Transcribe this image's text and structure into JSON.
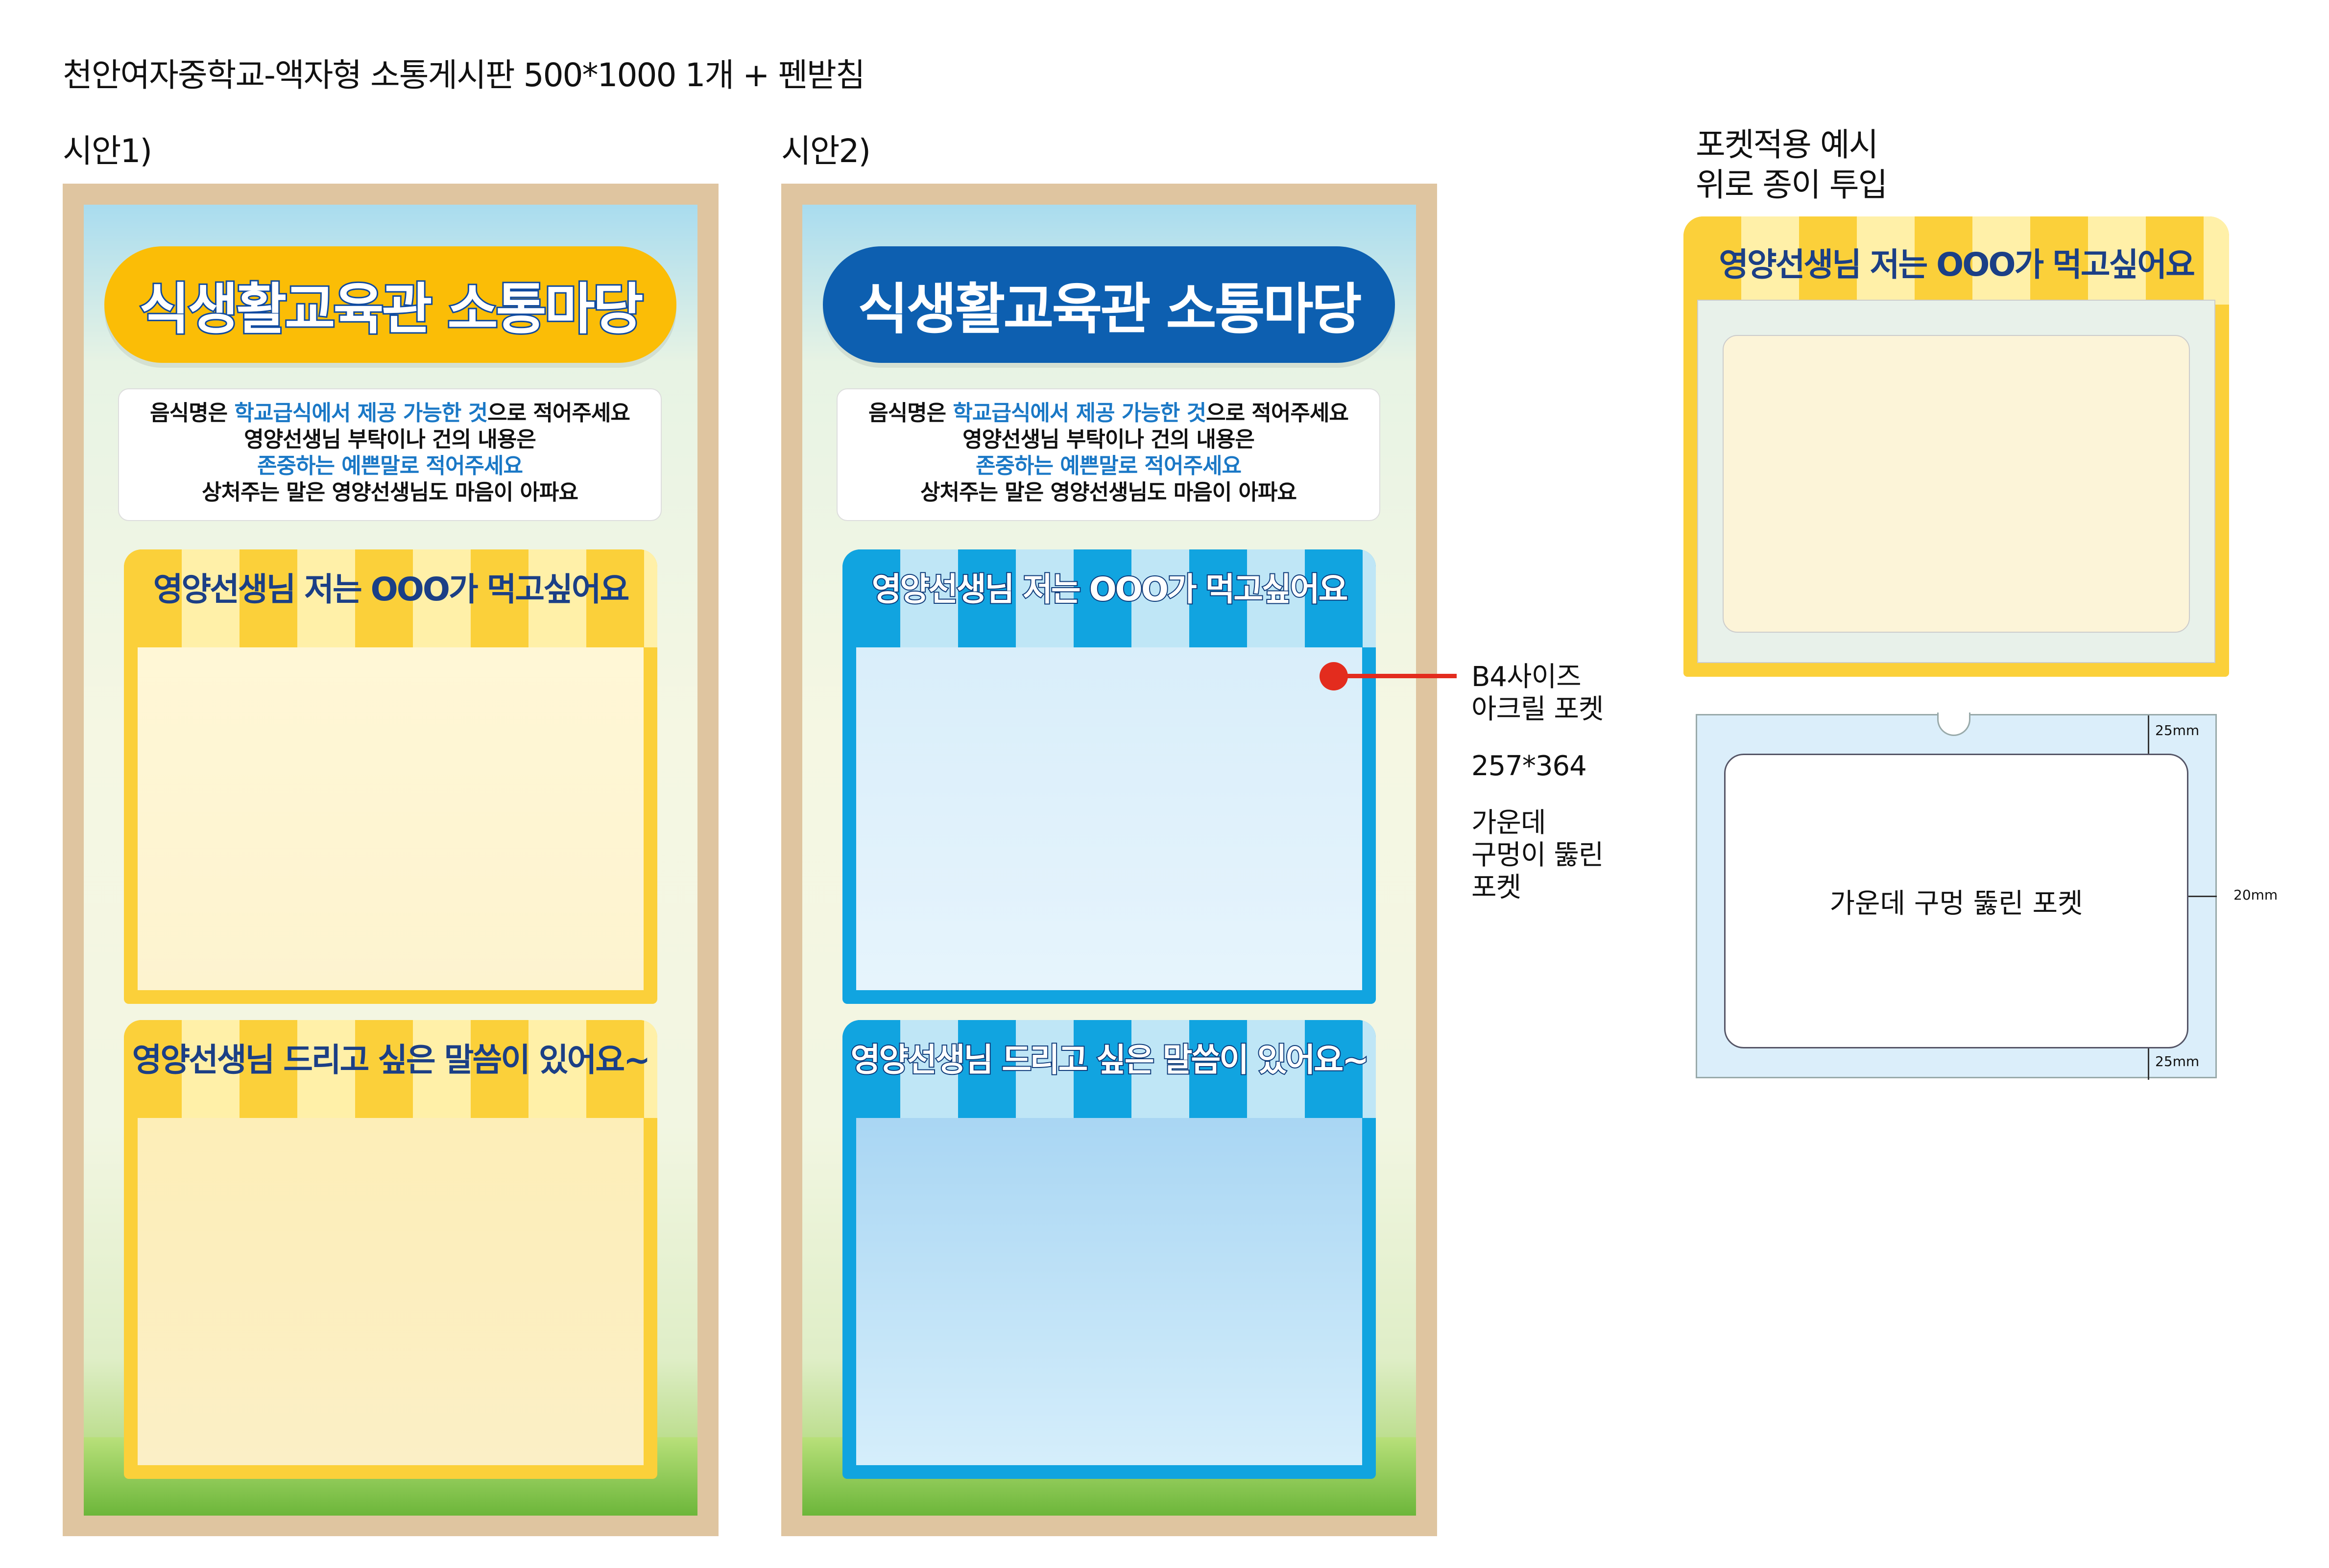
{
  "title": "천안여자중학교-액자형 소통게시판 500*1000 1개 + 펜받침",
  "variants": [
    {
      "label": "시안1)",
      "theme": "yellow",
      "accent": "#fbbd06"
    },
    {
      "label": "시안2)",
      "theme": "blue",
      "accent": "#0d5fb0"
    }
  ],
  "board": {
    "title": "식생활교육관 소통마당",
    "info": {
      "line1_a": "음식명은 ",
      "line1_b": "학교급식에서 제공 가능한 것",
      "line1_c": "으로 적어주세요",
      "line2": "영양선생님 부탁이나 건의 내용은",
      "line3": "존중하는 예쁜말로 적어주세요",
      "line4": "상처주는 말은 영양선생님도 마음이 아파요"
    },
    "pocket1_title": "영양선생님 저는 OOO가 먹고싶어요",
    "pocket2_title": "영양선생님 드리고 싶은 말씀이 있어요~"
  },
  "annotation": {
    "line1": "B4사이즈",
    "line2": "아크릴 포켓",
    "size": "257*364",
    "desc1": "가운데",
    "desc2": "구멍이 뚫린",
    "desc3": "포켓"
  },
  "example": {
    "label1": "포켓적용 예시",
    "label2": "위로 종이 투입",
    "pocket_title": "영양선생님 저는 OOO가 먹고싶어요"
  },
  "diagram": {
    "center_label": "가운데 구멍 뚫린 포켓",
    "top_margin": "25mm",
    "side_margin": "20mm",
    "bottom_margin": "25mm"
  }
}
